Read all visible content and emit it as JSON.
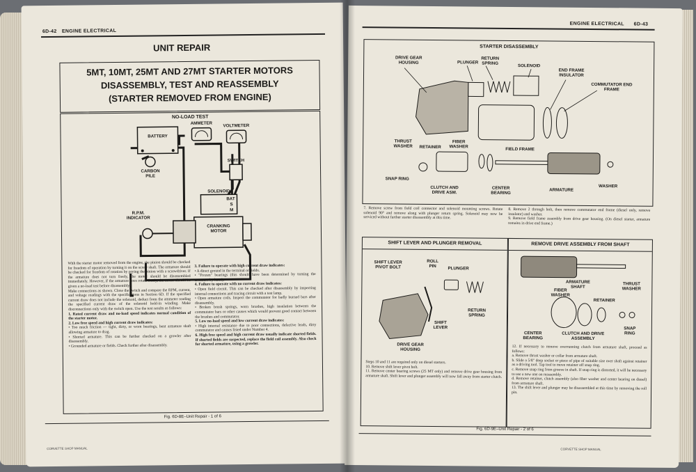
{
  "left_page": {
    "header_page": "6D-42",
    "header_section": "ENGINE ELECTRICAL",
    "unit_repair": "UNIT REPAIR",
    "main_title": [
      "5MT, 10MT, 25MT AND 27MT STARTER MOTORS",
      "DISASSEMBLY, TEST AND REASSEMBLY",
      "(STARTER REMOVED FROM ENGINE)"
    ],
    "diagram_title": "NO-LOAD TEST",
    "labels": {
      "battery": "BATTERY",
      "ammeter": "AMMETER",
      "voltmeter": "VOLTMETER",
      "switch": "SWITCH",
      "carbon_pile": "CARBON PILE",
      "solenoid": "SOLENOID",
      "bat": "BAT",
      "s": "S",
      "m": "M",
      "rpm_indicator": "R.P.M. INDICATOR",
      "cranking_motor": "CRANKING MOTOR"
    },
    "col1": [
      "With the starter motor removed from the engine, the pinion should be checked for freedom of operation by turning it on the screw shaft. The armature should be checked for freedom of rotation by prying the pinion with a screwdriver. If the armature does not turn freely, the motor should be disassembled immediately. However, if the armature does rotate freely, the motor should be given a no-load test before disassembly.",
      "Make connections as shown. Close the switch and compare the RPM, current, and voltage readings with the specifications in Section 6D. If the specified current draw does not include the solenoid, deduct from the ammeter reading the specified current draw of the solenoid hold-in winding. Make disconnections only with the switch open. Use the test results as follows:",
      "1. Rated current draw and no-load speed indicates normal condition of the starter motor.",
      "2. Low free speed and high current draw indicates:",
      "• Too much friction — tight, dirty, or worn bearings, bent armature shaft allowing armature to drag.",
      "• Shorted armature. This can be further checked on a growler after disassembly.",
      "• Grounded armature or fields. Check further after disassembly."
    ],
    "col2": [
      "3. Failure to operate with high current draw indicates:",
      "• A direct ground in the terminal or fields.",
      "• \"Frozen\" bearings (this should have been determined by turning the armature by hand).",
      "4. Failure to operate with no current draw indicates:",
      "• Open field circuit. This can be checked after disassembly by inspecting internal connections and tracing circuit with a test lamp.",
      "• Open armature coils. Inspect the commutator for badly burned bars after disassembly.",
      "• Broken brush springs, worn brushes, high insulation between the commutator bars or other causes which would prevent good contact between the brushes and commutator.",
      "5. Low no-load speed and low current draw indicates:",
      "• High internal resistance due to poor connections, defective leads, dirty commutator and causes listed under Number 4.",
      "6. High free speed and high current draw usually indicate shorted fields. If shorted fields are suspected, replace the field coil assembly. Also check for shorted armature, using a growler."
    ],
    "figure_caption": "Fig. 6D-8E–Unit Repair - 1 of 6",
    "footer": "CORVETTE SHOP MANUAL"
  },
  "right_page": {
    "header_section": "ENGINE ELECTRICAL",
    "header_page": "6D-43",
    "starter_title": "STARTER DISASSEMBLY",
    "starter_labels": {
      "drive_gear_housing": "DRIVE GEAR HOUSING",
      "plunger": "PLUNGER",
      "return_spring": "RETURN SPRING",
      "solenoid": "SOLENOID",
      "end_frame_insulator": "END FRAME INSULATOR",
      "commutator_end_frame": "COMMUTATOR END FRAME",
      "thrust_washer": "THRUST WASHER",
      "retainer": "RETAINER",
      "fiber_washer": "FIBER WASHER",
      "field_frame": "FIELD FRAME",
      "snap_ring": "SNAP RING",
      "clutch_drive": "CLUTCH AND DRIVE ASM.",
      "center_bearing": "CENTER BEARING",
      "armature": "ARMATURE",
      "washer": "WASHER"
    },
    "steps_top_left": "7. Remove screw from field coil connector and solenoid mounting screws. Rotate solenoid 90° and remove along with plunger return spring. Solenoid may now be serviced without further starter disassembly at this time.",
    "steps_top_right": "8. Remove 2 through bolt, then remove commutator end frame (diesel only, remove insulator) and washer.\n9. Remove field frame assembly from drive gear housing. (On diesel starter, armature remains in drive end frame.)",
    "shift_title": "SHIFT LEVER AND PLUNGER REMOVAL",
    "shift_labels": {
      "shift_lever_pivot_bolt": "SHIFT LEVER PIVOT BOLT",
      "roll_pin": "ROLL PIN",
      "plunger": "PLUNGER",
      "return_spring": "RETURN SPRING",
      "shift_lever": "SHIFT LEVER",
      "drive_gear_housing": "DRIVE GEAR HOUSING"
    },
    "shift_steps": [
      "Steps 10 and 11 are required only on diesel starters.",
      "10. Remove shift lever pivot bolt.",
      "11. Remove center bearing screws (25 MT only) and remove drive gear housing from armature shaft. Shift lever and plunger assembly will now fall away from starter clutch."
    ],
    "drive_title": "REMOVE DRIVE ASSEMBLY FROM SHAFT",
    "drive_labels": {
      "armature_shaft": "ARMATURE SHAFT",
      "thrust_washer": "THRUST WASHER",
      "fiber_washer": "FIBER WASHER",
      "retainer": "RETAINER",
      "center_bearing": "CENTER BEARING",
      "clutch_drive": "CLUTCH AND DRIVE ASSEMBLY",
      "snap_ring": "SNAP RING"
    },
    "drive_steps": [
      "12. If necessary to remove overrunning clutch from armature shaft, proceed as follows:",
      "a. Remove thrust washer or collar from armature shaft.",
      "b. Slide a 5/8\" deep socket or piece of pipe of suitable size over shaft against retainer as a driving tool. Tap tool to move retainer off snap ring.",
      "c. Remove snap ring from groove in shaft. If snap ring is distorted, it will be necessary to use a new one on reassembly.",
      "d. Remove retainer, clutch assembly (also fiber washer and center bearing on diesel) from armature shaft.",
      "13. The shift lever and plunger may be disassembled at this time by removing the roll pin."
    ],
    "figure_caption": "Fig. 6D-9E–Unit Repair - 2 of 6",
    "footer": "CORVETTE SHOP MANUAL"
  }
}
